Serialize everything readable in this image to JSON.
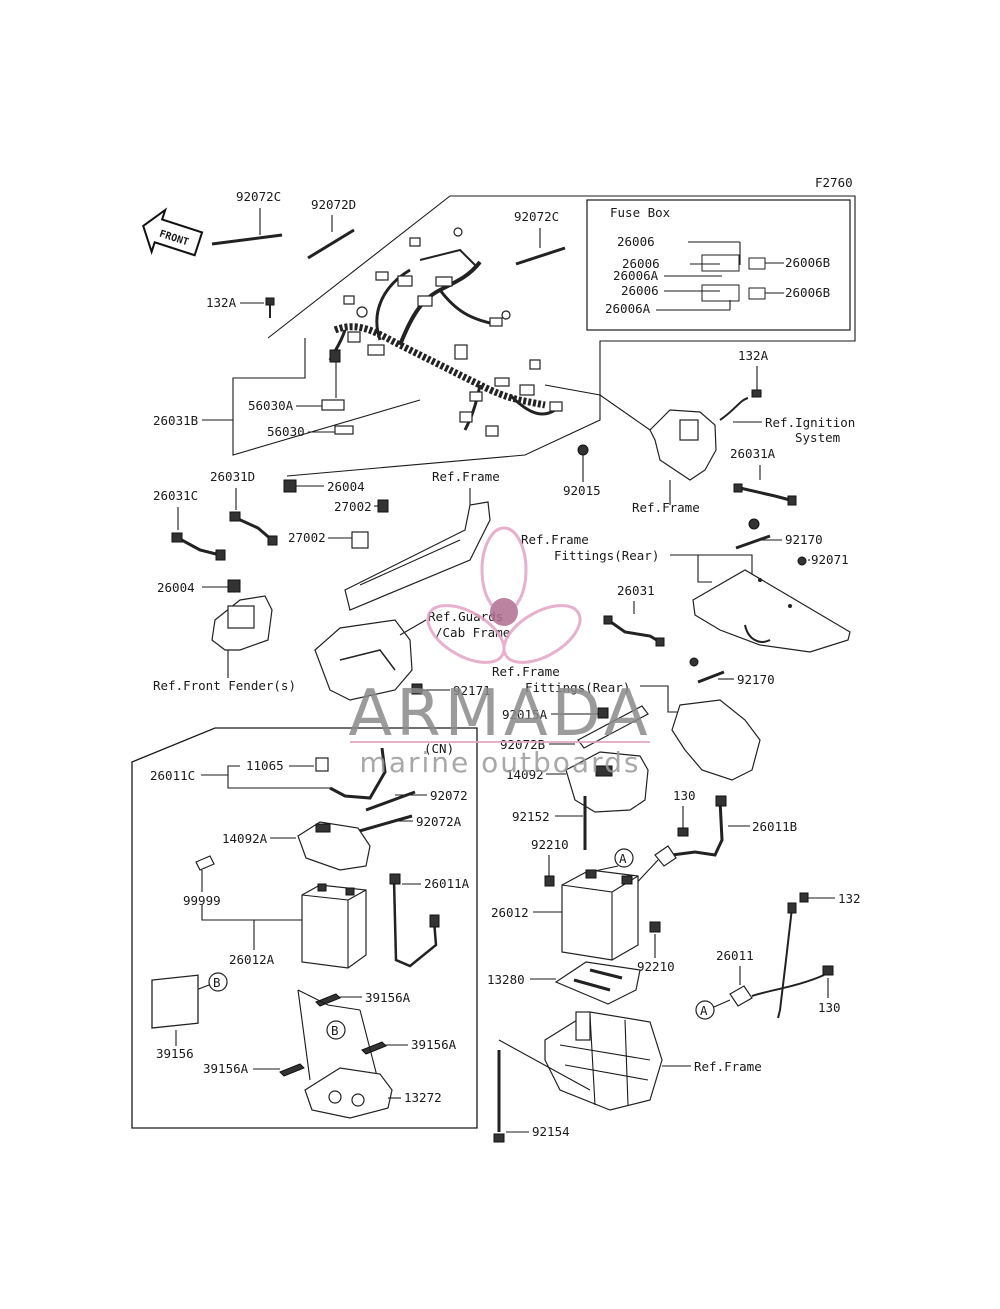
{
  "figure_code": "F2760",
  "front_arrow": "FRONT",
  "fuse_box": {
    "title": "Fuse Box",
    "left_labels": [
      "26006",
      "26006",
      "26006A",
      "26006",
      "26006A"
    ],
    "right_labels": [
      "26006B",
      "26006B"
    ]
  },
  "inset_title": "(CN)",
  "circle_marks": [
    "A",
    "A",
    "B",
    "B"
  ],
  "watermark": {
    "brand": "ARMADA",
    "tagline": "marine outboards",
    "color": "#e3a3c5"
  },
  "labels": {
    "l92072C_a": "92072C",
    "l92072D": "92072D",
    "l92072C_b": "92072C",
    "l132A_a": "132A",
    "l26031B": "26031B",
    "l56030A": "56030A",
    "l56030": "56030",
    "l26004_a": "26004",
    "l92015": "92015",
    "l132A_b": "132A",
    "ref_ign_1": "Ref.Ignition",
    "ref_ign_2": "System",
    "ref_frame_a": "Ref.Frame",
    "ref_frame_b": "Ref.Frame",
    "l26031A": "26031A",
    "l26031D": "26031D",
    "l26031C": "26031C",
    "l27002_a": "27002",
    "l27002_b": "27002",
    "ref_ff_rear_1a": "Ref.Frame",
    "ref_ff_rear_1b": "Fittings(Rear)",
    "l92170_a": "92170",
    "l92071": "92071",
    "l26004_b": "26004",
    "l26031": "26031",
    "ref_guards_1": "Ref.Guards",
    "ref_guards_2": "/Cab Frame",
    "ref_front_fender": "Ref.Front Fender(s)",
    "l92171": "92171",
    "ref_ff_rear_2a": "Ref.Frame",
    "ref_ff_rear_2b": "Fittings(Rear)",
    "l92170_b": "92170",
    "l92015A": "92015A",
    "l92072B": "92072B",
    "l14092": "14092",
    "l26011C": "26011C",
    "l11065": "11065",
    "l92072": "92072",
    "l92072A": "92072A",
    "l14092A": "14092A",
    "l92152": "92152",
    "l130_a": "130",
    "l26011B": "26011B",
    "l92210_a": "92210",
    "l99999": "99999",
    "l26011A": "26011A",
    "l26012": "26012",
    "l26012A": "26012A",
    "l92210_b": "92210",
    "l132": "132",
    "l26011": "26011",
    "l13280": "13280",
    "l130_b": "130",
    "l39156A_a": "39156A",
    "l39156": "39156",
    "l39156A_b": "39156A",
    "l39156A_c": "39156A",
    "l13272": "13272",
    "ref_frame_c": "Ref.Frame",
    "l92154": "92154"
  }
}
